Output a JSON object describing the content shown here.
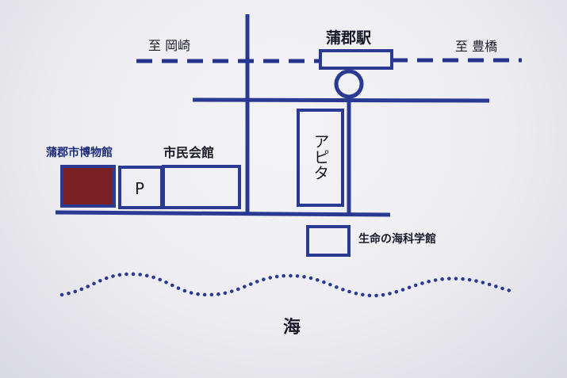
{
  "labels": {
    "to_okazaki": "至 岡崎",
    "station": "蒲郡駅",
    "to_toyohashi": "至 豊橋",
    "museum": "蒲郡市博物館",
    "civic_hall": "市民会館",
    "parking": "P",
    "apita": "アピタ",
    "science_museum": "生命の海科学館",
    "sea": "海"
  },
  "colors": {
    "road": "#2a3a92",
    "railway": "#24348a",
    "museum_fill": "#7a1f22",
    "sea_dots": "#2a3a92",
    "text": "#1a1a28",
    "text_blue": "#1c2a78"
  }
}
